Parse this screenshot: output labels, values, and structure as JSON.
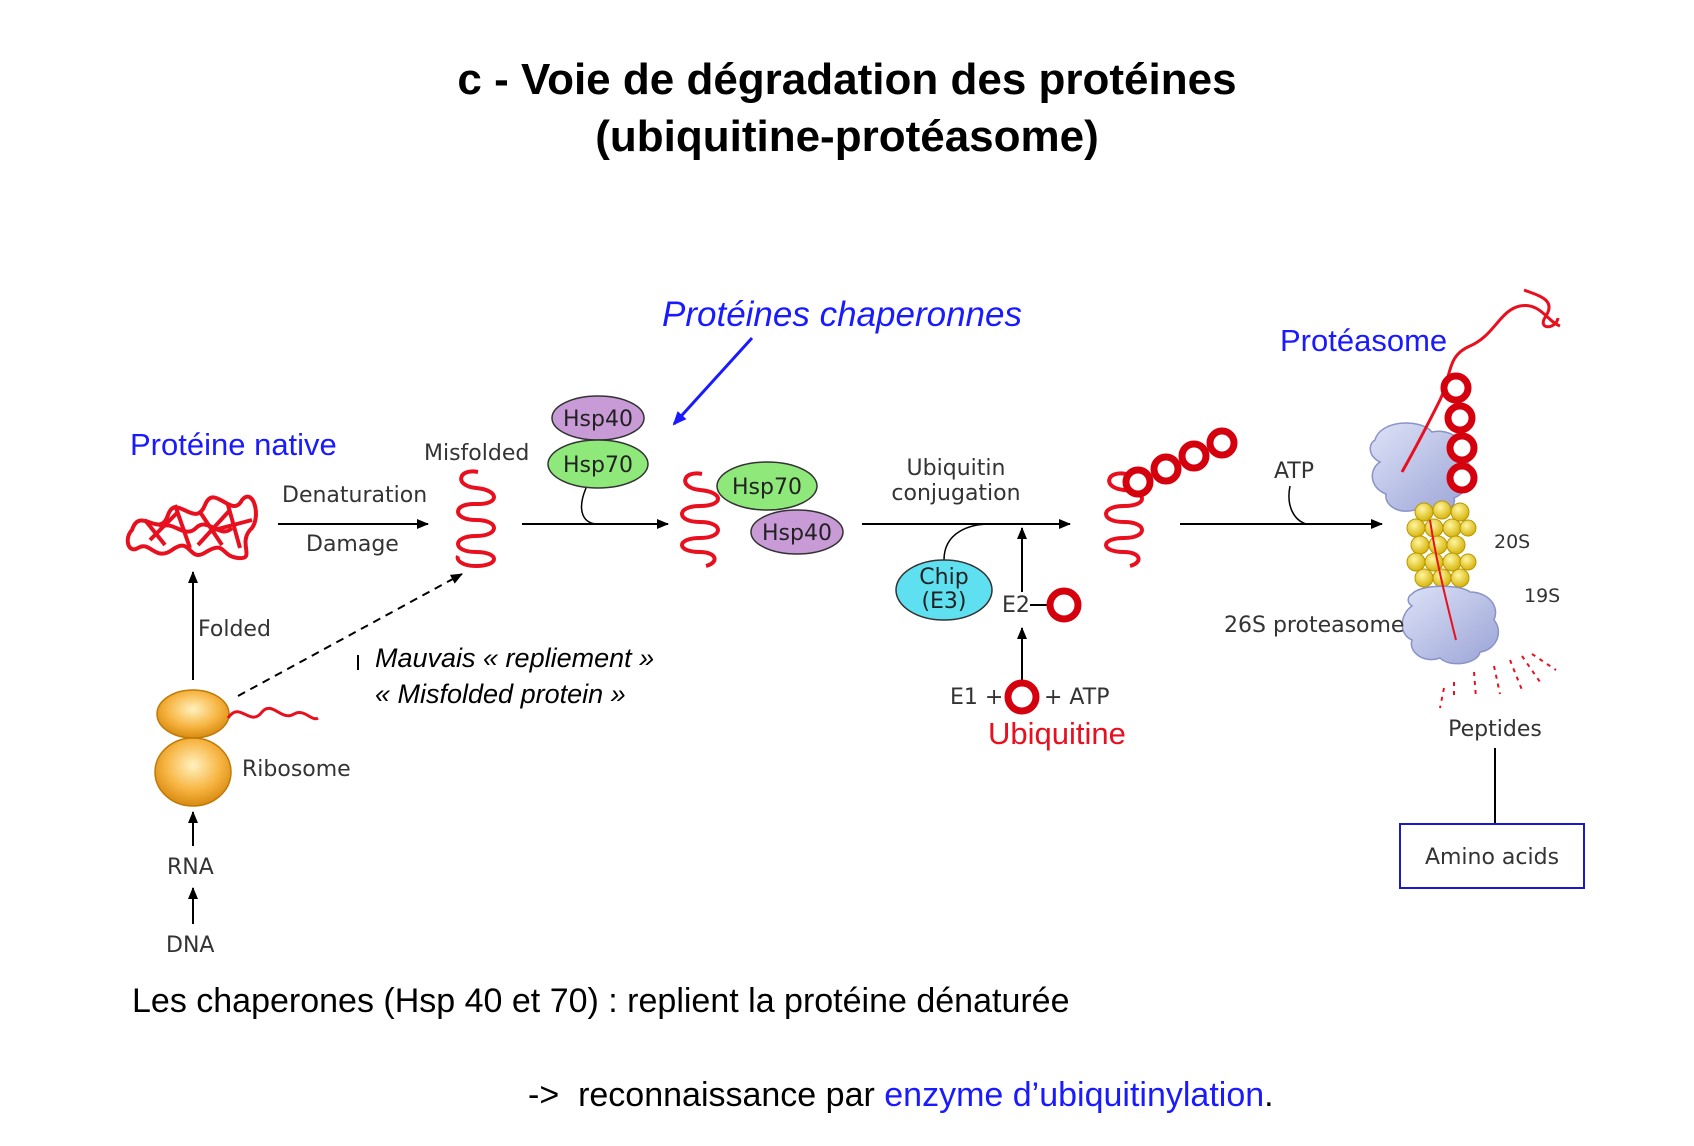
{
  "title": {
    "line1": "c - Voie de dégradation des protéines",
    "line2": "(ubiquitine-protéasome)"
  },
  "annotations": {
    "proteine_native": "Protéine native",
    "proteines_chaperonnes": "Protéines chaperonnes",
    "proteasome": "Protéasome",
    "ubiquitine": "Ubiquitine",
    "mauvais_line1": "Mauvais « repliement »",
    "mauvais_line2": "« Misfolded protein »"
  },
  "labels": {
    "misfolded": "Misfolded",
    "denaturation": "Denaturation",
    "damage": "Damage",
    "folded": "Folded",
    "ribosome": "Ribosome",
    "rna": "RNA",
    "dna": "DNA",
    "hsp40": "Hsp40",
    "hsp70": "Hsp70",
    "ubiquitin_conjugation_1": "Ubiquitin",
    "ubiquitin_conjugation_2": "conjugation",
    "chip_1": "Chip",
    "chip_2": "(E3)",
    "e2": "E2",
    "e1_plus": "E1 +",
    "plus_atp": "+ ATP",
    "atp": "ATP",
    "s20": "20S",
    "s19": "19S",
    "proteasome_26s": "26S proteasome",
    "peptides": "Peptides",
    "amino_acids": "Amino acids"
  },
  "captions": {
    "line1": "Les chaperones (Hsp 40 et 70) : replient la protéine dénaturée",
    "line2_prefix": "->  reconnaissance par ",
    "line2_highlight": "enzyme d’ubiquitinylation",
    "line2_suffix": "."
  },
  "colors": {
    "protein_red": "#e8101e",
    "annotation_blue": "#1a1aff",
    "hsp40_purple": "#c89ad6",
    "hsp70_green": "#8fe87a",
    "chip_cyan": "#5fe0f0",
    "ribosome_orange": "#f5a623",
    "proteasome_core_yellow": "#f0d020",
    "proteasome_cap_lavender": "#b8c0e8",
    "box_border_blue": "#1a1acc"
  }
}
